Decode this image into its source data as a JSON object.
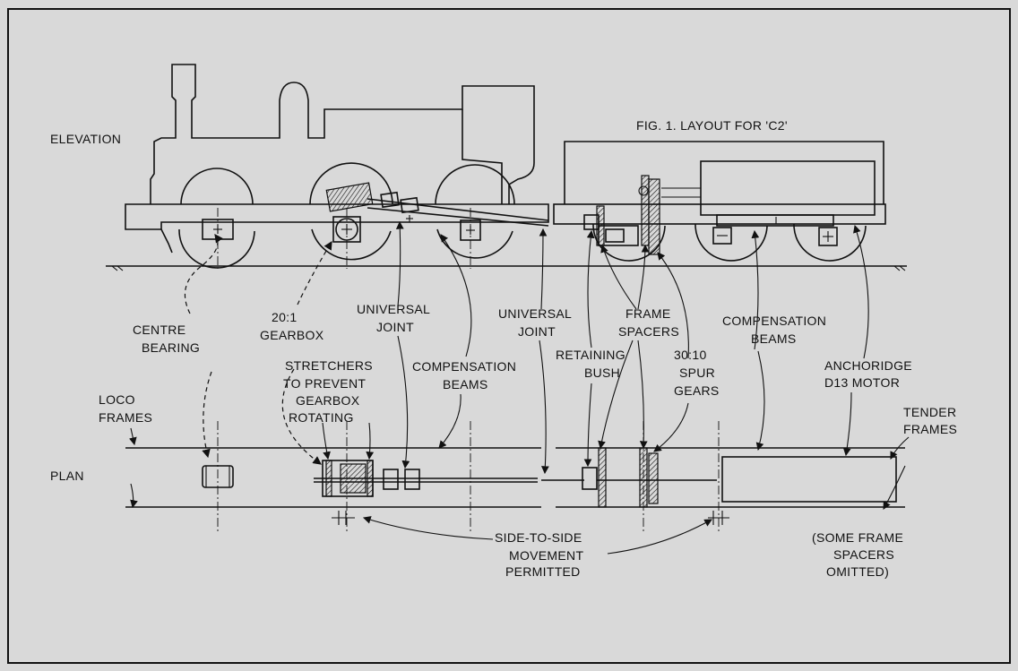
{
  "figure": {
    "title": "FIG. 1.  LAYOUT FOR 'C2'",
    "elevation_label": "ELEVATION",
    "plan_label": "PLAN"
  },
  "callouts": {
    "centre_bearing": [
      "CENTRE",
      "BEARING"
    ],
    "gearbox": [
      "20:1",
      "GEARBOX"
    ],
    "universal_joint_loco": [
      "UNIVERSAL",
      "JOINT"
    ],
    "stretchers": [
      "STRETCHERS",
      "TO PREVENT",
      "GEARBOX",
      "ROTATING"
    ],
    "compensation_beams_loco": [
      "COMPENSATION",
      "BEAMS"
    ],
    "universal_joint_tender": [
      "UNIVERSAL",
      "JOINT"
    ],
    "retaining_bush": [
      "RETAINING",
      "BUSH"
    ],
    "frame_spacers": [
      "FRAME",
      "SPACERS"
    ],
    "spur_gears": [
      "30:10",
      "SPUR",
      "GEARS"
    ],
    "compensation_beams_tender": [
      "COMPENSATION",
      "BEAMS"
    ],
    "motor": [
      "ANCHORIDGE",
      "D13 MOTOR"
    ],
    "loco_frames": [
      "LOCO",
      "FRAMES"
    ],
    "tender_frames": [
      "TENDER",
      "FRAMES"
    ],
    "side_movement": [
      "SIDE-TO-SIDE",
      "MOVEMENT",
      "PERMITTED"
    ],
    "spacers_omitted": [
      "(SOME FRAME",
      "SPACERS",
      "OMITTED)"
    ]
  }
}
